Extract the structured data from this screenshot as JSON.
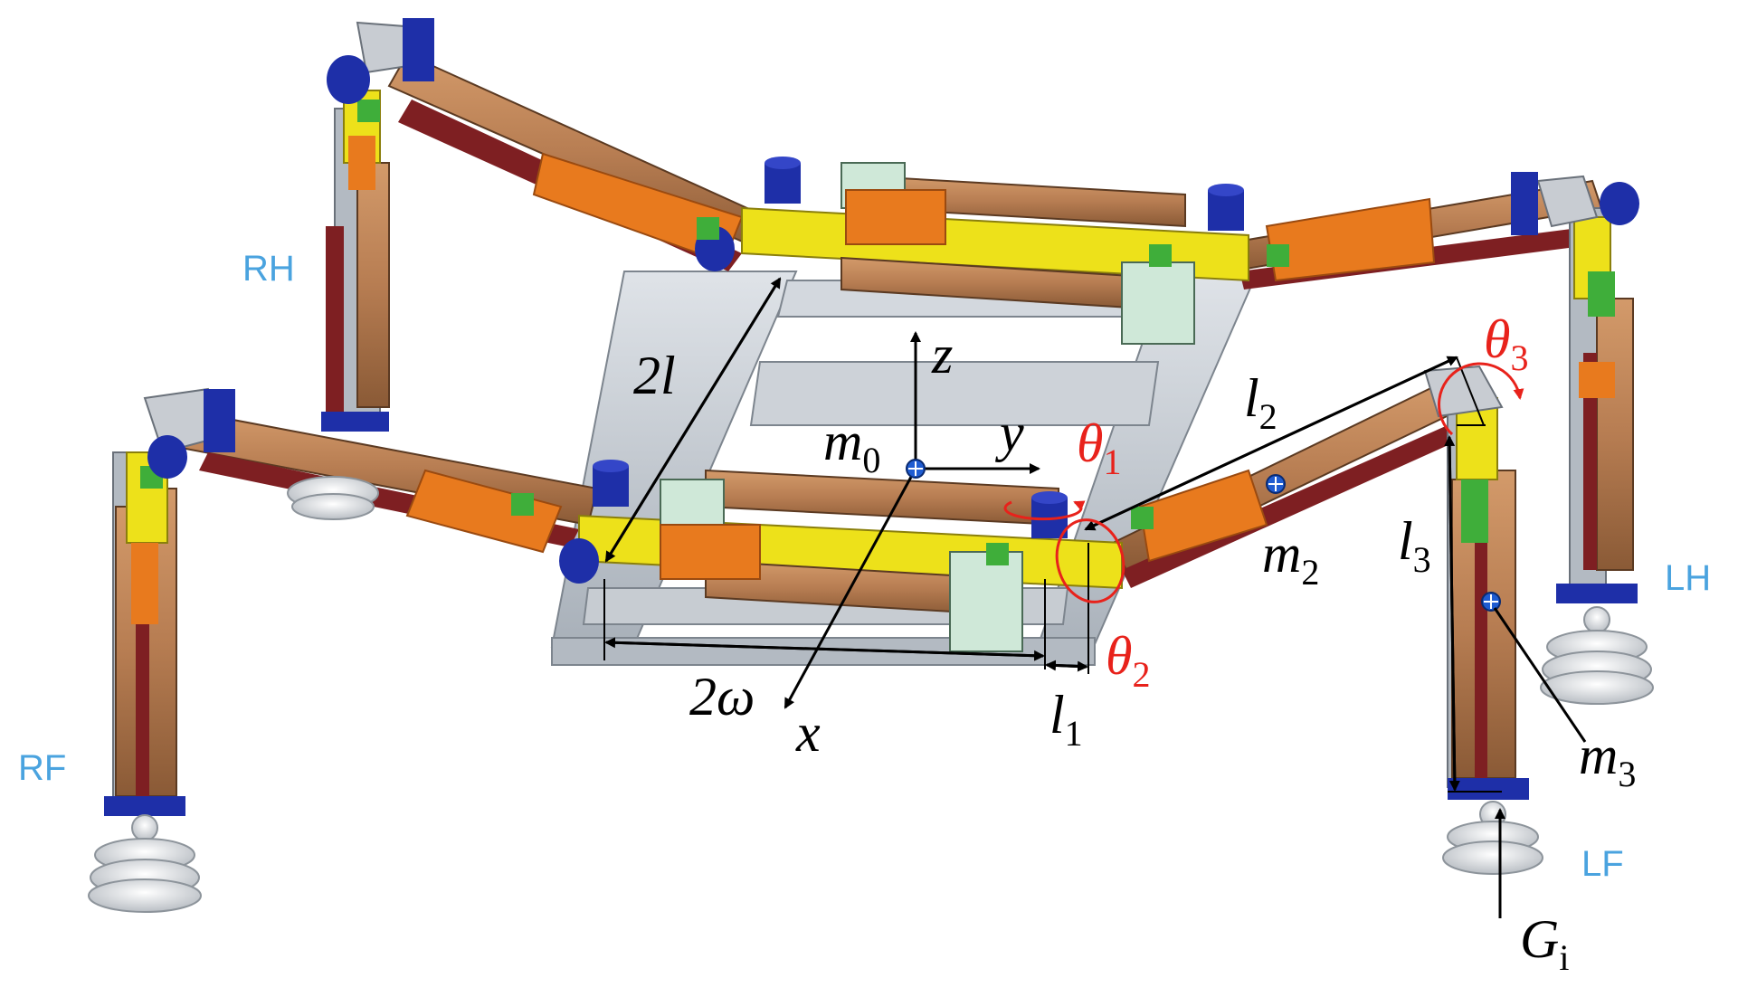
{
  "legs": {
    "rh": "RH",
    "rf": "RF",
    "lh": "LH",
    "lf": "LF"
  },
  "symbols": {
    "two_l": "2l",
    "two_omega": "2ω",
    "z": "z",
    "y": "y",
    "x": "x",
    "m0": "m",
    "m0_sub": "0",
    "theta1": "θ",
    "theta1_sub": "1",
    "theta2": "θ",
    "theta2_sub": "2",
    "theta3": "θ",
    "theta3_sub": "3",
    "l1": "l",
    "l1_sub": "1",
    "l2": "l",
    "l2_sub": "2",
    "l3": "l",
    "l3_sub": "3",
    "m2": "m",
    "m2_sub": "2",
    "m3": "m",
    "m3_sub": "3",
    "gi": "G",
    "gi_sub": "i"
  },
  "colors": {
    "label_blue": "#4aa3df",
    "angle_red": "#e8221b",
    "frame_gray": "#c2c8cf",
    "link_orange": "#e87a1e",
    "link_yellow": "#ede11a",
    "tube_brown": "#b77d52",
    "rod_red": "#7e1f22",
    "motor_blue": "#1e2fa8",
    "bracket_green": "#3fae3a"
  }
}
